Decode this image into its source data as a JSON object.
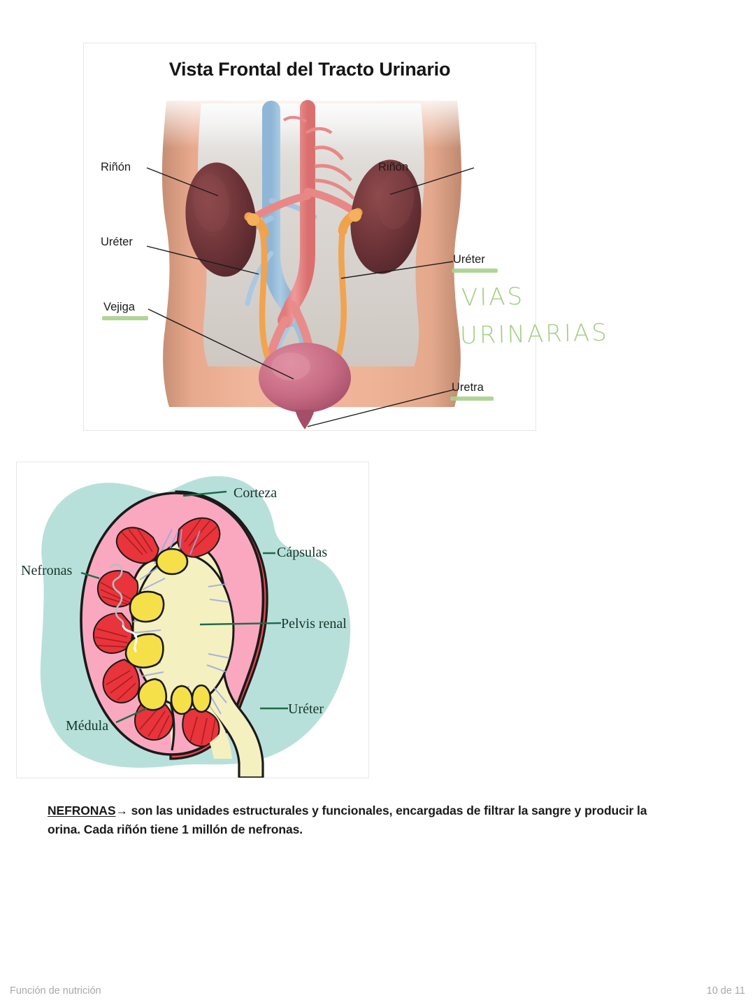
{
  "document": {
    "footer_left": "Función de nutrición",
    "footer_right": "10 de 11"
  },
  "figure1": {
    "title": "Vista Frontal del Tracto Urinario",
    "labels": {
      "kidney_left": "Riñón",
      "kidney_right": "Riñón",
      "ureter_left": "Uréter",
      "ureter_right": "Uréter",
      "bladder": "Vejiga",
      "urethra": "Uretra"
    },
    "annotation": {
      "line1": "VIAS",
      "line2": "URINARIAS",
      "color": "#a4cd84"
    },
    "highlight_color": "#a9d18e",
    "highlighted_labels": [
      "Vejiga",
      "Uréter",
      "Uretra"
    ]
  },
  "figure2": {
    "labels": {
      "cortex": "Corteza",
      "capsules": "Cápsulas",
      "nephrons": "Nefronas",
      "renal_pelvis": "Pelvis renal",
      "ureter": "Uréter",
      "medulla": "Médula"
    },
    "colors": {
      "background": "#b8e0da",
      "cortex": "#f9a8c0",
      "pyramids": "#e8343a",
      "pelvis": "#f5f0c0",
      "calyces": "#f5e04a",
      "capsule": "#e8484e",
      "leader": "#1f6b47"
    }
  },
  "body": {
    "term": "NEFRONAS",
    "arrow": "→",
    "text": " son las unidades estructurales y funcionales, encargadas de filtrar la sangre y producir la orina. Cada riñón tiene 1 millón de nefronas."
  }
}
